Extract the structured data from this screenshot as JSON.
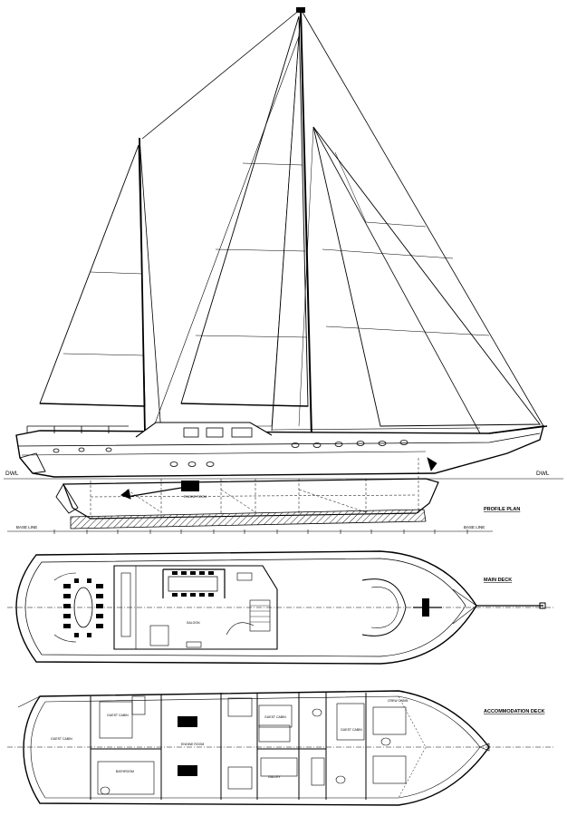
{
  "labels": {
    "dwl_left": "DWL",
    "dwl_right": "DWL",
    "profile_plan": "PROFILE PLAN",
    "base_line_left": "BASE LINE",
    "base_line_right": "BASE LINE",
    "main_deck": "MAIN DECK",
    "accommodation_deck": "ACCOMMODATION DECK"
  },
  "profile_room_labels": {
    "engine_room": "ENGINE ROOM"
  },
  "main_deck_room_labels": {
    "saloon": "SALOON"
  },
  "accommodation_room_labels": {
    "guest_cabin_1": "GUEST CABIN",
    "guest_cabin_2": "GUEST CABIN",
    "guest_cabin_3": "GUEST CABIN",
    "guest_cabin_4": "GUEST CABIN",
    "crew_cabin": "CREW CABIN",
    "engine_room": "ENGINE ROOM",
    "galley": "GALLEY",
    "bathroom": "BATHROOM"
  },
  "style": {
    "ink": "#000000",
    "hatch": "#222222"
  }
}
